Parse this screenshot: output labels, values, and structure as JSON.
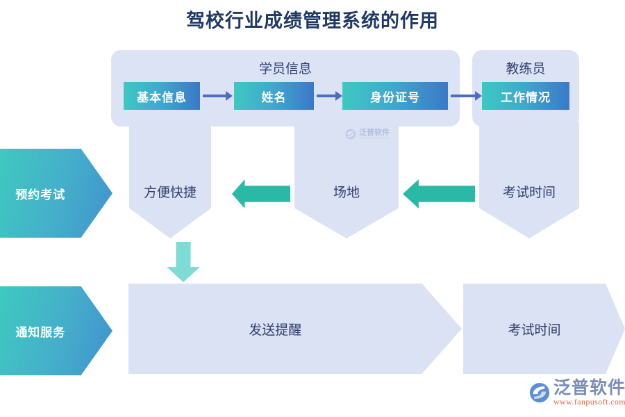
{
  "title": "驾校行业成绩管理系统的作用",
  "colors": {
    "title_text": "#1f3864",
    "group_fill": "#dce3f5",
    "chip_gradient_start": "#3ec8c2",
    "chip_gradient_end": "#3a79c8",
    "blue_arrow": "#4a6fc0",
    "teal_arrow": "#2bb9a7",
    "mint_arrow": "#7ddcd4",
    "banner_fill": "#dbe2f4",
    "body_text": "#2f3f6d",
    "brand_cn": "#7b8cb8",
    "brand_url": "#e2694a"
  },
  "groups": [
    {
      "name": "student-info",
      "label": "学员信息"
    },
    {
      "name": "coach",
      "label": "教练员"
    }
  ],
  "chips": [
    {
      "name": "basic-info",
      "label": "基本信息"
    },
    {
      "name": "name",
      "label": "姓名"
    },
    {
      "name": "id-number",
      "label": "身份证号"
    },
    {
      "name": "work-status",
      "label": "工作情况"
    }
  ],
  "middle_row": {
    "lead": {
      "name": "appointment-exam",
      "label": "预约考试"
    },
    "banners": [
      {
        "name": "convenient",
        "label": "方便快捷"
      },
      {
        "name": "venue",
        "label": "场地"
      },
      {
        "name": "exam-time",
        "label": "考试时间"
      }
    ]
  },
  "bottom_row": {
    "lead": {
      "name": "notification-service",
      "label": "通知服务"
    },
    "banners": [
      {
        "name": "send-reminder",
        "label": "发送提醒"
      },
      {
        "name": "exam-time",
        "label": "考试时间"
      }
    ]
  },
  "watermark": {
    "cn": "泛普软件",
    "en": "FANPU SOFTWARE"
  },
  "brand": {
    "cn": "泛普软件",
    "url": "www.fanpusoft.com"
  }
}
